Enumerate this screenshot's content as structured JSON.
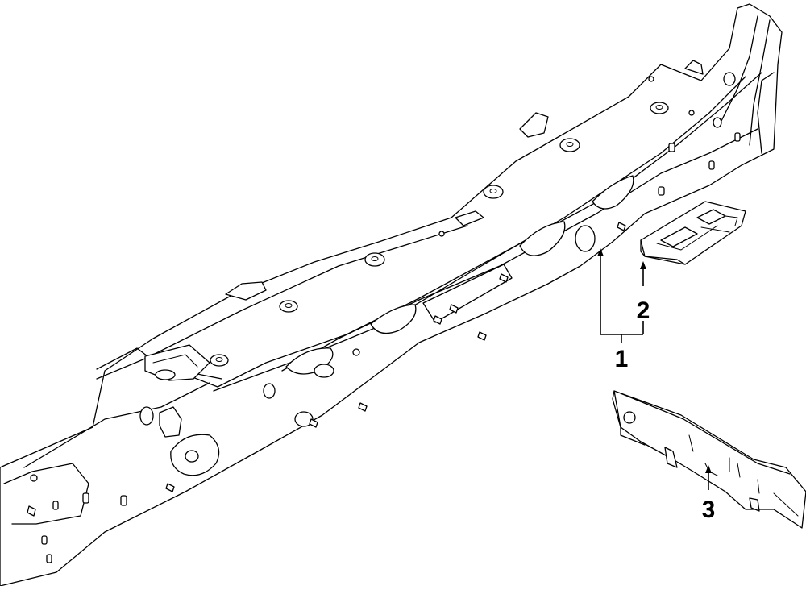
{
  "diagram": {
    "callouts": [
      {
        "id": "callout-1",
        "label": "1"
      },
      {
        "id": "callout-2",
        "label": "2"
      },
      {
        "id": "callout-3",
        "label": "3"
      }
    ],
    "colors": {
      "line": "#000000",
      "background": "#ffffff"
    }
  }
}
